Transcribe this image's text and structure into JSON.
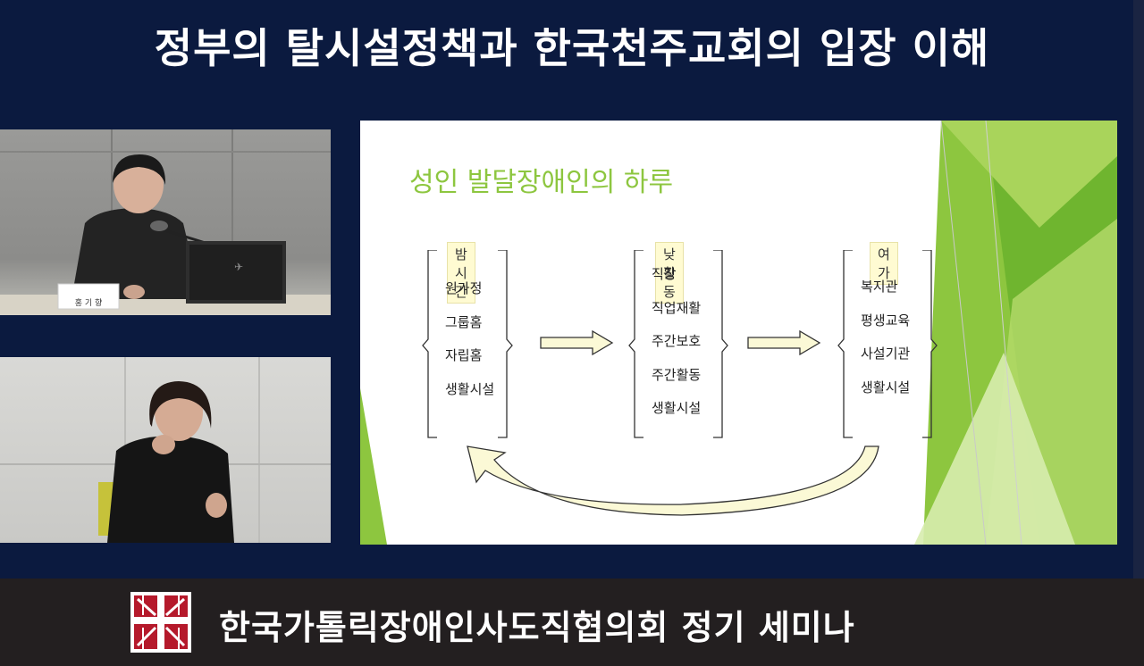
{
  "header": {
    "title": "정부의 탈시설정책과 한국천주교회의 입장 이해"
  },
  "speaker_video": {
    "nameplate": "홍 기 향"
  },
  "slide": {
    "title": "성인 발달장애인의 하루",
    "groups": [
      {
        "heading": "밤시간",
        "items": [
          "원가정",
          "그룹홈",
          "자립홈",
          "생활시설"
        ]
      },
      {
        "heading": "낮활동",
        "items": [
          "직장",
          "직업재활",
          "주간보호",
          "주간활동",
          "생활시설"
        ]
      },
      {
        "heading": "여가",
        "items": [
          "복지관",
          "평생교육",
          "사설기관",
          "생활시설"
        ]
      }
    ]
  },
  "footer": {
    "title": "한국가톨릭장애인사도직협의회 정기 세미나"
  },
  "colors": {
    "background": "#0b1a3f",
    "slide_accent_green": "#8dc63f",
    "slide_heading_bg": "#fffbd2",
    "footer_bg": "#231f20",
    "logo_red": "#b5192b"
  }
}
